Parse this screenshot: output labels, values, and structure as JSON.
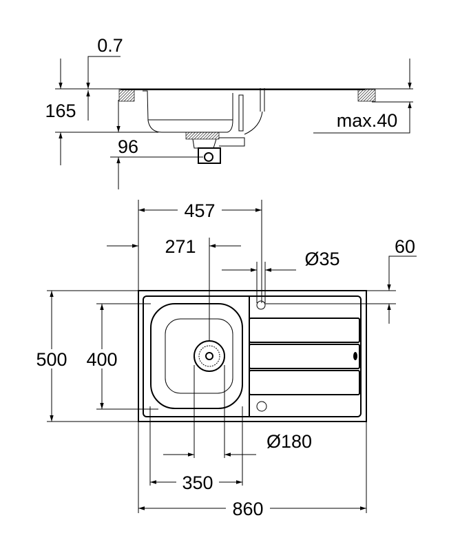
{
  "drawing": {
    "side_view": {
      "dim_thickness": "0.7",
      "dim_depth": "165",
      "dim_drain_height": "96",
      "dim_max_counter": "max.40"
    },
    "top_view": {
      "dim_bowl_center": "457",
      "dim_drain_offset": "271",
      "dim_tap_hole": "Ø35",
      "dim_tap_edge": "60",
      "dim_total_depth": "500",
      "dim_bowl_depth": "400",
      "dim_drain_dia": "Ø180",
      "dim_bowl_width": "350",
      "dim_total_width": "860"
    },
    "line_color": "#000000"
  }
}
